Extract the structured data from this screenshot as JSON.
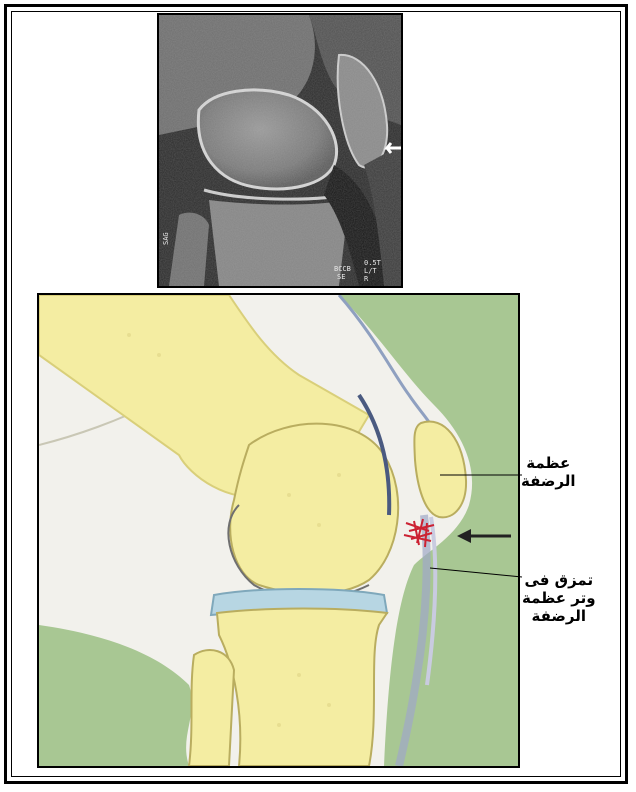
{
  "labels": {
    "patella": {
      "line1": "عظمة",
      "line2": "الرضفة"
    },
    "tendon_tear": {
      "line1": "تمزق فى",
      "line2": "وتر عظمة",
      "line3": "الرضفة"
    }
  },
  "mri_annotations": {
    "left_vertical": "SAG",
    "corner_line1": "BCCB",
    "corner_line2": "SE",
    "right_line1": "0.5T",
    "right_line2": "L/T",
    "right_line3": "R"
  },
  "colors": {
    "background": "#ffffff",
    "frame": "#000000",
    "illustration_background": "#a8c793",
    "bone": "#f4eda2",
    "soft_tissue": "#f2f1ec",
    "cartilage": "#b7d6e3",
    "tear": "#cc2233",
    "arrow": "#222222"
  },
  "icons": {
    "pointer_arrow": "left-arrow"
  }
}
